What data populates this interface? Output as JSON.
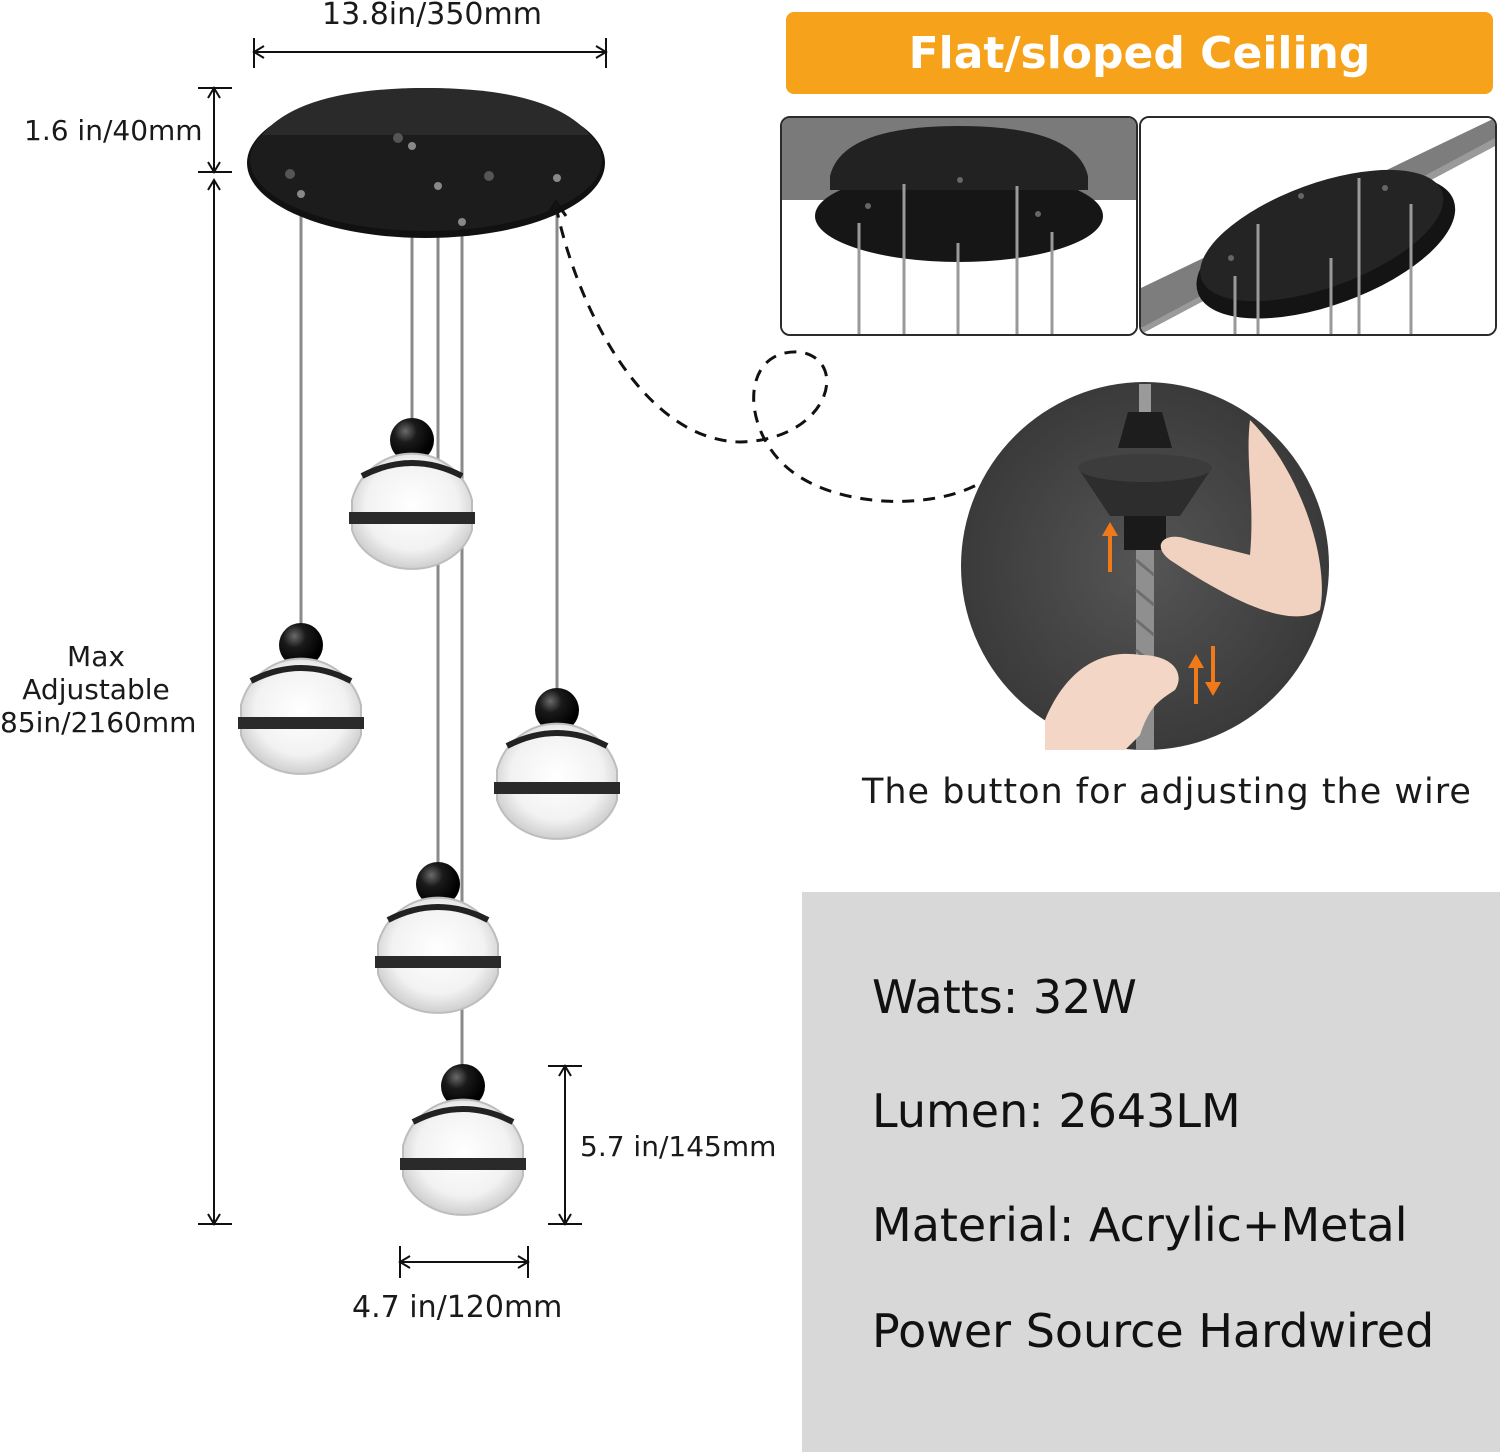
{
  "dimensions": {
    "width": "13.8in/350mm",
    "canopy_height": "1.6 in/40mm",
    "max_adjustable": "Max Adjustable 85in/2160mm",
    "pendant_height": "5.7 in/145mm",
    "pendant_width": "4.7 in/120mm"
  },
  "banner": {
    "title": "Flat/sloped Ceiling",
    "color": "#f7a21b"
  },
  "detail": {
    "caption": "The button for adjusting the wire",
    "arrow_color": "#f07a1a"
  },
  "specs": {
    "watts": "Watts: 32W",
    "lumen": "Lumen: 2643LM",
    "material": "Material: Acrylic+Metal",
    "power": "Power Source Hardwired"
  }
}
